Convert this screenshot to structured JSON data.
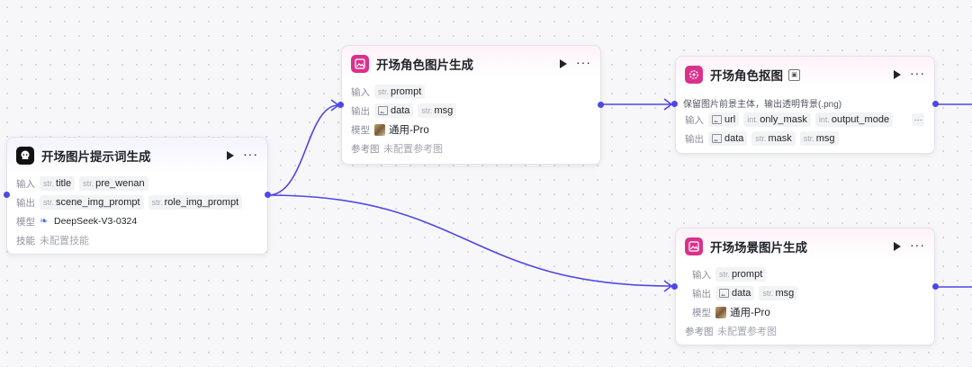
{
  "labels": {
    "input": "输入",
    "output": "输出",
    "model": "模型",
    "skill": "技能",
    "reference": "参考图"
  },
  "nodes": {
    "prompt_gen": {
      "title": "开场图片提示词生成",
      "inputs": [
        {
          "type": "str.",
          "name": "title"
        },
        {
          "type": "str.",
          "name": "pre_wenan"
        }
      ],
      "outputs": [
        {
          "type": "str.",
          "name": "scene_img_prompt"
        },
        {
          "type": "str.",
          "name": "role_img_prompt"
        }
      ],
      "model": "DeepSeek-V3-0324",
      "skill": "未配置技能"
    },
    "role_img": {
      "title": "开场角色图片生成",
      "inputs": [
        {
          "type": "str.",
          "name": "prompt"
        }
      ],
      "outputs": [
        {
          "type": "img",
          "name": "data"
        },
        {
          "type": "str.",
          "name": "msg"
        }
      ],
      "model": "通用-Pro",
      "reference": "未配置参考图"
    },
    "role_cutout": {
      "title": "开场角色抠图",
      "description": "保留图片前景主体，输出透明背景(.png)",
      "inputs": [
        {
          "type": "img",
          "name": "url"
        },
        {
          "type": "int.",
          "name": "only_mask"
        },
        {
          "type": "int.",
          "name": "output_mode"
        }
      ],
      "outputs": [
        {
          "type": "img",
          "name": "data"
        },
        {
          "type": "str.",
          "name": "mask"
        },
        {
          "type": "str.",
          "name": "msg"
        }
      ],
      "more": "···"
    },
    "scene_img": {
      "title": "开场场景图片生成",
      "inputs": [
        {
          "type": "str.",
          "name": "prompt"
        }
      ],
      "outputs": [
        {
          "type": "img",
          "name": "data"
        },
        {
          "type": "str.",
          "name": "msg"
        }
      ],
      "model": "通用-Pro",
      "reference": "未配置参考图"
    }
  },
  "ui": {
    "more_glyph": "···",
    "accent": "#4f46e5",
    "image_node_icon": "#d9328c"
  }
}
